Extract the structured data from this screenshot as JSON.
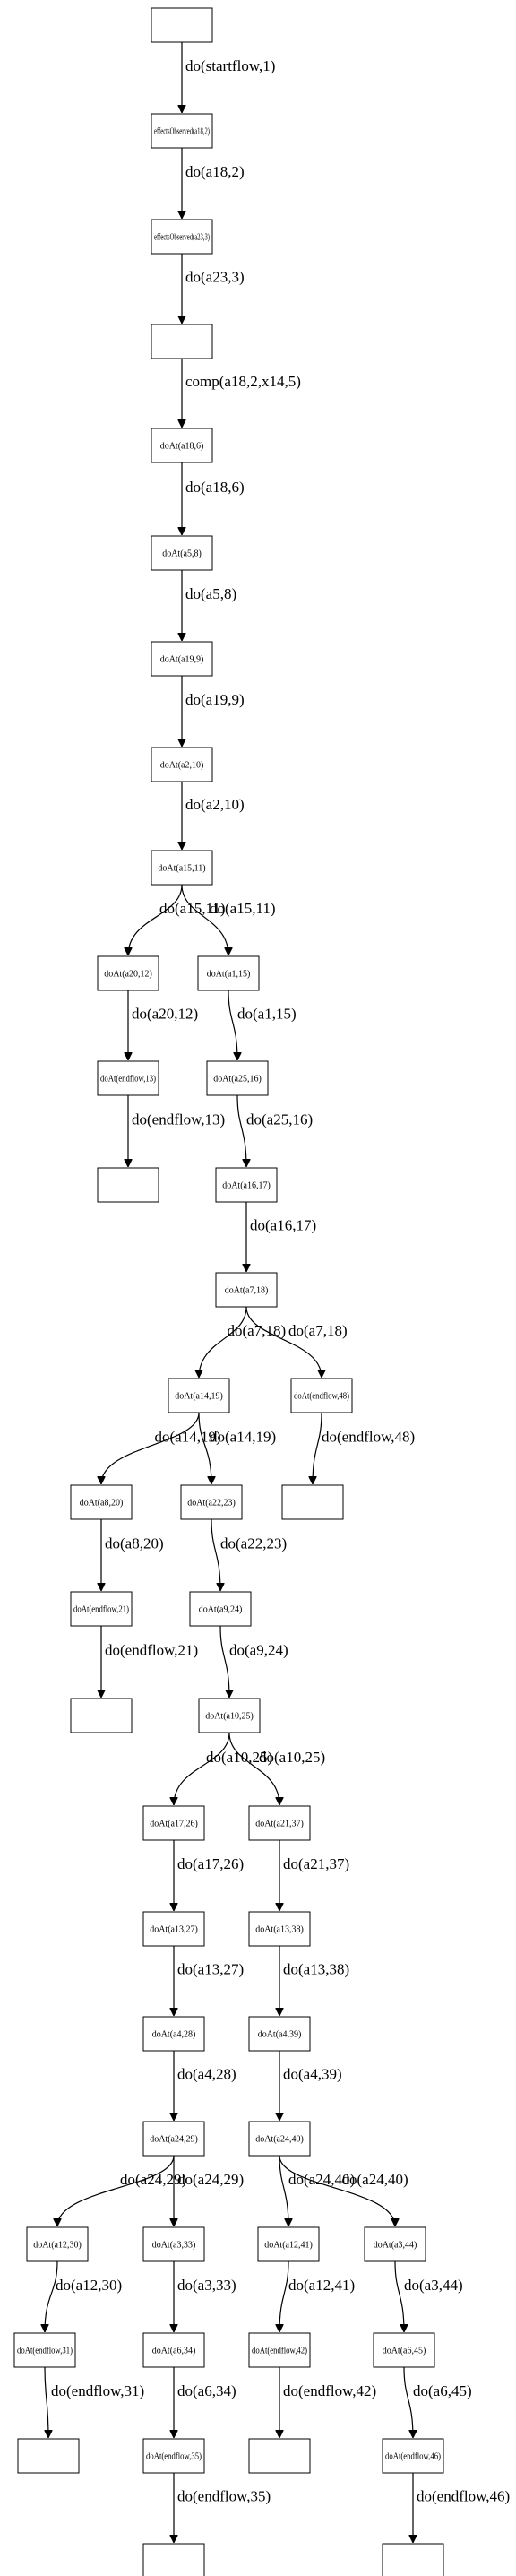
{
  "graph": {
    "nodes": [
      {
        "id": "n0",
        "label": ""
      },
      {
        "id": "n1",
        "label": "effectsObserved(a18,2)"
      },
      {
        "id": "n2",
        "label": "effectsObserved(a23,3)"
      },
      {
        "id": "n3",
        "label": ""
      },
      {
        "id": "n4",
        "label": "doAt(a18,6)"
      },
      {
        "id": "n5",
        "label": "doAt(a5,8)"
      },
      {
        "id": "n6",
        "label": "doAt(a19,9)"
      },
      {
        "id": "n7",
        "label": "doAt(a2,10)"
      },
      {
        "id": "n8",
        "label": "doAt(a15,11)"
      },
      {
        "id": "n9",
        "label": "doAt(a20,12)"
      },
      {
        "id": "n10",
        "label": "doAt(a1,15)"
      },
      {
        "id": "n11",
        "label": "doAt(endflow,13)"
      },
      {
        "id": "n12",
        "label": "doAt(a25,16)"
      },
      {
        "id": "n13",
        "label": ""
      },
      {
        "id": "n14",
        "label": "doAt(a16,17)"
      },
      {
        "id": "n15",
        "label": "doAt(a7,18)"
      },
      {
        "id": "n16",
        "label": "doAt(a14,19)"
      },
      {
        "id": "n17",
        "label": "doAt(endflow,48)"
      },
      {
        "id": "n18",
        "label": "doAt(a8,20)"
      },
      {
        "id": "n19",
        "label": "doAt(a22,23)"
      },
      {
        "id": "n20",
        "label": ""
      },
      {
        "id": "n21",
        "label": "doAt(endflow,21)"
      },
      {
        "id": "n22",
        "label": "doAt(a9,24)"
      },
      {
        "id": "n23",
        "label": ""
      },
      {
        "id": "n24",
        "label": "doAt(a10,25)"
      },
      {
        "id": "n25",
        "label": "doAt(a17,26)"
      },
      {
        "id": "n26",
        "label": "doAt(a21,37)"
      },
      {
        "id": "n27",
        "label": "doAt(a13,27)"
      },
      {
        "id": "n28",
        "label": "doAt(a13,38)"
      },
      {
        "id": "n29",
        "label": "doAt(a4,28)"
      },
      {
        "id": "n30",
        "label": "doAt(a4,39)"
      },
      {
        "id": "n31",
        "label": "doAt(a24,29)"
      },
      {
        "id": "n32",
        "label": "doAt(a24,40)"
      },
      {
        "id": "n33",
        "label": "doAt(a12,30)"
      },
      {
        "id": "n34",
        "label": "doAt(a3,33)"
      },
      {
        "id": "n35",
        "label": "doAt(a12,41)"
      },
      {
        "id": "n36",
        "label": "doAt(a3,44)"
      },
      {
        "id": "n37",
        "label": "doAt(endflow,31)"
      },
      {
        "id": "n38",
        "label": "doAt(a6,34)"
      },
      {
        "id": "n39",
        "label": "doAt(endflow,42)"
      },
      {
        "id": "n40",
        "label": "doAt(a6,45)"
      },
      {
        "id": "n41",
        "label": ""
      },
      {
        "id": "n42",
        "label": "doAt(endflow,35)"
      },
      {
        "id": "n43",
        "label": ""
      },
      {
        "id": "n44",
        "label": "doAt(endflow,46)"
      },
      {
        "id": "n45",
        "label": ""
      },
      {
        "id": "n46",
        "label": ""
      }
    ],
    "edges": [
      {
        "from": "n0",
        "to": "n1",
        "label": "do(startflow,1)"
      },
      {
        "from": "n1",
        "to": "n2",
        "label": "do(a18,2)"
      },
      {
        "from": "n2",
        "to": "n3",
        "label": "do(a23,3)"
      },
      {
        "from": "n3",
        "to": "n4",
        "label": "comp(a18,2,x14,5)"
      },
      {
        "from": "n4",
        "to": "n5",
        "label": "do(a18,6)"
      },
      {
        "from": "n5",
        "to": "n6",
        "label": "do(a5,8)"
      },
      {
        "from": "n6",
        "to": "n7",
        "label": "do(a19,9)"
      },
      {
        "from": "n7",
        "to": "n8",
        "label": "do(a2,10)"
      },
      {
        "from": "n8",
        "to": "n9",
        "label": "do(a15,11)"
      },
      {
        "from": "n8",
        "to": "n10",
        "label": "do(a15,11)"
      },
      {
        "from": "n9",
        "to": "n11",
        "label": "do(a20,12)"
      },
      {
        "from": "n10",
        "to": "n12",
        "label": "do(a1,15)"
      },
      {
        "from": "n11",
        "to": "n13",
        "label": "do(endflow,13)"
      },
      {
        "from": "n12",
        "to": "n14",
        "label": "do(a25,16)"
      },
      {
        "from": "n14",
        "to": "n15",
        "label": "do(a16,17)"
      },
      {
        "from": "n15",
        "to": "n16",
        "label": "do(a7,18)"
      },
      {
        "from": "n15",
        "to": "n17",
        "label": "do(a7,18)"
      },
      {
        "from": "n16",
        "to": "n18",
        "label": "do(a14,19)"
      },
      {
        "from": "n16",
        "to": "n19",
        "label": "do(a14,19)"
      },
      {
        "from": "n17",
        "to": "n20",
        "label": "do(endflow,48)"
      },
      {
        "from": "n18",
        "to": "n21",
        "label": "do(a8,20)"
      },
      {
        "from": "n19",
        "to": "n22",
        "label": "do(a22,23)"
      },
      {
        "from": "n21",
        "to": "n23",
        "label": "do(endflow,21)"
      },
      {
        "from": "n22",
        "to": "n24",
        "label": "do(a9,24)"
      },
      {
        "from": "n24",
        "to": "n25",
        "label": "do(a10,25)"
      },
      {
        "from": "n24",
        "to": "n26",
        "label": "do(a10,25)"
      },
      {
        "from": "n25",
        "to": "n27",
        "label": "do(a17,26)"
      },
      {
        "from": "n26",
        "to": "n28",
        "label": "do(a21,37)"
      },
      {
        "from": "n27",
        "to": "n29",
        "label": "do(a13,27)"
      },
      {
        "from": "n28",
        "to": "n30",
        "label": "do(a13,38)"
      },
      {
        "from": "n29",
        "to": "n31",
        "label": "do(a4,28)"
      },
      {
        "from": "n30",
        "to": "n32",
        "label": "do(a4,39)"
      },
      {
        "from": "n31",
        "to": "n33",
        "label": "do(a24,29)"
      },
      {
        "from": "n31",
        "to": "n34",
        "label": "do(a24,29)"
      },
      {
        "from": "n32",
        "to": "n35",
        "label": "do(a24,40)"
      },
      {
        "from": "n32",
        "to": "n36",
        "label": "do(a24,40)"
      },
      {
        "from": "n33",
        "to": "n37",
        "label": "do(a12,30)"
      },
      {
        "from": "n34",
        "to": "n38",
        "label": "do(a3,33)"
      },
      {
        "from": "n35",
        "to": "n39",
        "label": "do(a12,41)"
      },
      {
        "from": "n36",
        "to": "n40",
        "label": "do(a3,44)"
      },
      {
        "from": "n37",
        "to": "n41",
        "label": "do(endflow,31)"
      },
      {
        "from": "n38",
        "to": "n42",
        "label": "do(a6,34)"
      },
      {
        "from": "n39",
        "to": "n43",
        "label": "do(endflow,42)"
      },
      {
        "from": "n40",
        "to": "n44",
        "label": "do(a6,45)"
      },
      {
        "from": "n42",
        "to": "n45",
        "label": "do(endflow,35)"
      },
      {
        "from": "n44",
        "to": "n46",
        "label": "do(endflow,46)"
      }
    ]
  }
}
